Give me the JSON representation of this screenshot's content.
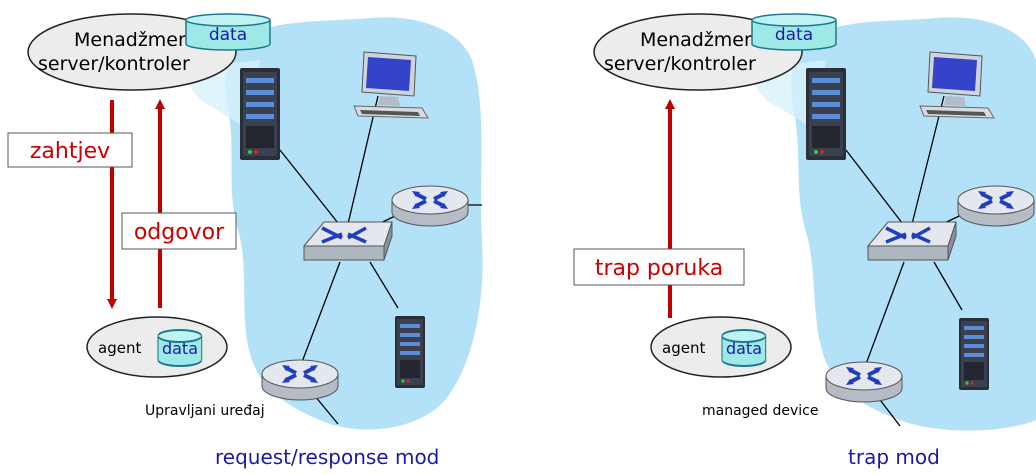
{
  "colors": {
    "cloud": "#b3e2f8",
    "arrow": "#c00000",
    "message_text": "#cc0000",
    "caption": "#1a1aa8",
    "cylinder": "#9fe8e8",
    "cylinder_edge": "#1b7a8c",
    "oval": "#ececec"
  },
  "left": {
    "manager_line1": "Menadžmen",
    "manager_line2": "server/kontroler",
    "manager_data": "data",
    "request_label": "zahtjev",
    "response_label": "odgovor",
    "agent_label": "agent",
    "agent_data": "data",
    "device_label": "Upravljani uređaj",
    "caption": "request/response mod"
  },
  "right": {
    "manager_line1": "Menadžmen",
    "manager_line2": "server/kontroler",
    "manager_data": "data",
    "trap_label": "trap poruka",
    "agent_label": "agent",
    "agent_data": "data",
    "device_label": "managed device",
    "caption": "trap mod"
  },
  "icons": [
    "server-icon",
    "desktop-computer-icon",
    "router-icon",
    "switch-icon",
    "database-cylinder-icon"
  ]
}
